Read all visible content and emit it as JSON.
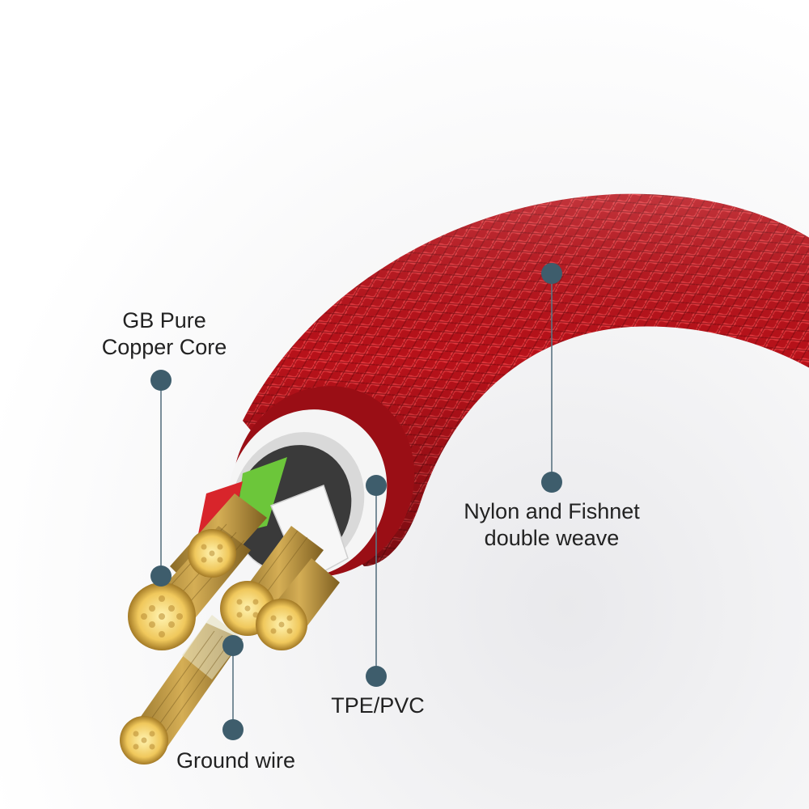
{
  "callouts": {
    "copper": {
      "line1": "GB Pure",
      "line2": "Copper Core"
    },
    "nylon": {
      "line1": "Nylon and Fishnet",
      "line2": "double weave"
    },
    "tpe": {
      "text": "TPE/PVC"
    },
    "ground": {
      "text": "Ground wire"
    }
  },
  "colors": {
    "braid": "#c8141c",
    "braid_dark": "#8e0c12",
    "braid_light": "#e4343a",
    "jacket": "#f4f4f4",
    "copper": "#c9a24a",
    "copper_tip": "#f2cf6a",
    "insulation_green": "#6cc63a",
    "insulation_red": "#d8252b",
    "insulation_white": "#f7f7f7",
    "callout_dot": "#3e5d6c",
    "callout_line": "#5b7482"
  },
  "icons": {
    "callout_marker": "dot-icon"
  }
}
